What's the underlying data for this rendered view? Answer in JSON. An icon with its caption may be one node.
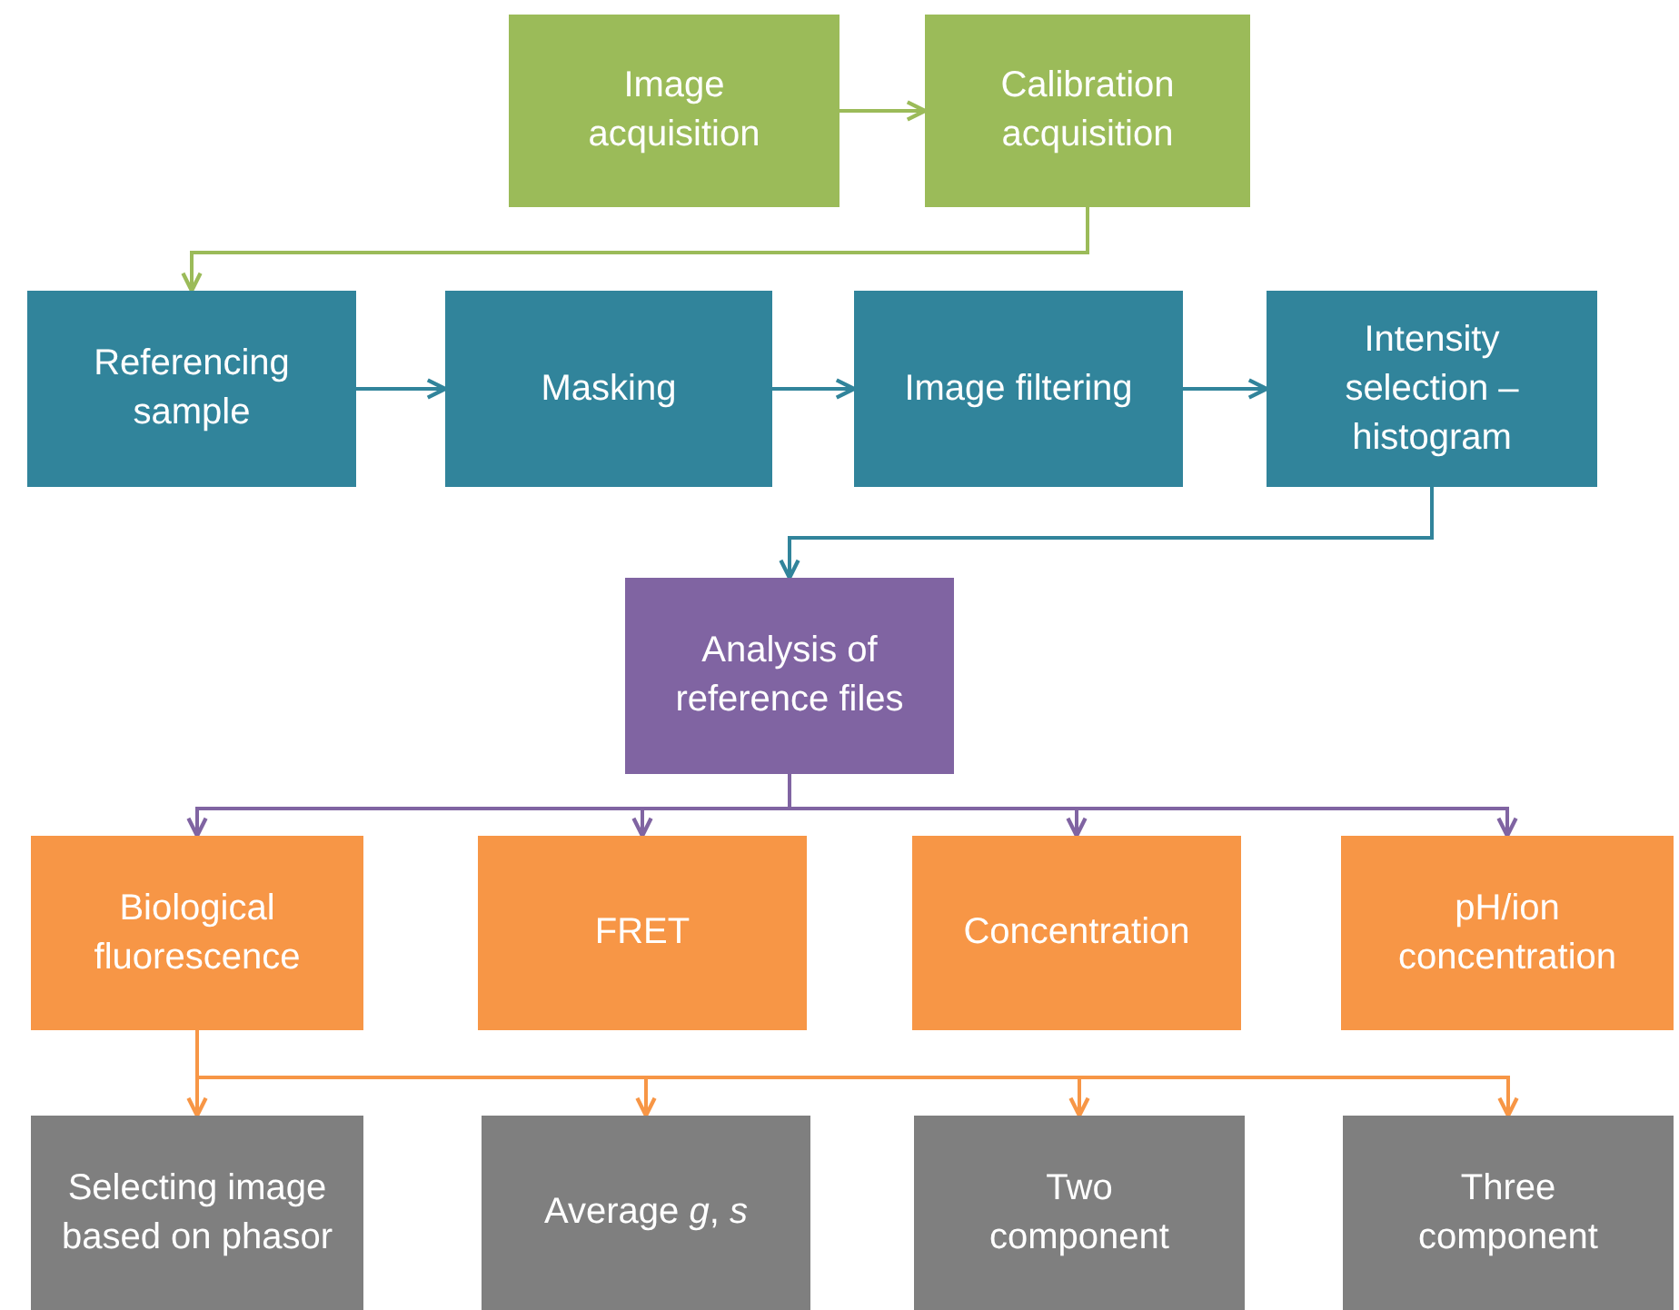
{
  "diagram": {
    "nodes": [
      {
        "text": [
          "Image acquisition"
        ]
      },
      {
        "text": [
          "Calibration acquisition"
        ]
      },
      {
        "text": [
          "Referencing sample"
        ]
      },
      {
        "text": [
          "Masking"
        ]
      },
      {
        "text": [
          "Image filtering"
        ]
      },
      {
        "text": [
          "Intensity selection – histogram"
        ]
      },
      {
        "text": [
          "Analysis of reference files"
        ]
      },
      {
        "text": [
          "Biological fluorescence"
        ]
      },
      {
        "text": [
          "FRET"
        ]
      },
      {
        "text": [
          "Concentration"
        ]
      },
      {
        "text": [
          "pH/ion concentration"
        ]
      },
      {
        "text": [
          "Selecting image based on phasor"
        ]
      },
      {
        "text": [
          "Average *g*, *s*"
        ]
      },
      {
        "text": [
          "Two component"
        ]
      },
      {
        "text": [
          "Three component"
        ]
      }
    ],
    "edges": [
      {
        "from": 0,
        "to": 1,
        "arrow": "to",
        "color": "#9bbb59"
      },
      {
        "from": 1,
        "to": 2,
        "arrow": "to",
        "color": "#9bbb59"
      },
      {
        "from": 2,
        "to": 3,
        "arrow": "to",
        "color": "#31849b"
      },
      {
        "from": 3,
        "to": 4,
        "arrow": "to",
        "color": "#31849b"
      },
      {
        "from": 4,
        "to": 5,
        "arrow": "to",
        "color": "#31849b"
      },
      {
        "from": 5,
        "to": 6,
        "arrow": "to",
        "color": "#31849b"
      },
      {
        "from": 6,
        "to": 7,
        "arrow": "to",
        "color": "#8064a2"
      },
      {
        "from": 6,
        "to": 8,
        "arrow": "to",
        "color": "#8064a2"
      },
      {
        "from": 6,
        "to": 9,
        "arrow": "to",
        "color": "#8064a2"
      },
      {
        "from": 6,
        "to": 10,
        "arrow": "to",
        "color": "#8064a2"
      },
      {
        "from": 7,
        "to": 11,
        "arrow": "to",
        "color": "#f79646"
      },
      {
        "from": 7,
        "to": 12,
        "arrow": "to",
        "color": "#f79646"
      },
      {
        "from": 7,
        "to": 13,
        "arrow": "to",
        "color": "#f79646"
      },
      {
        "from": 7,
        "to": 14,
        "arrow": "to",
        "color": "#f79646"
      }
    ]
  }
}
